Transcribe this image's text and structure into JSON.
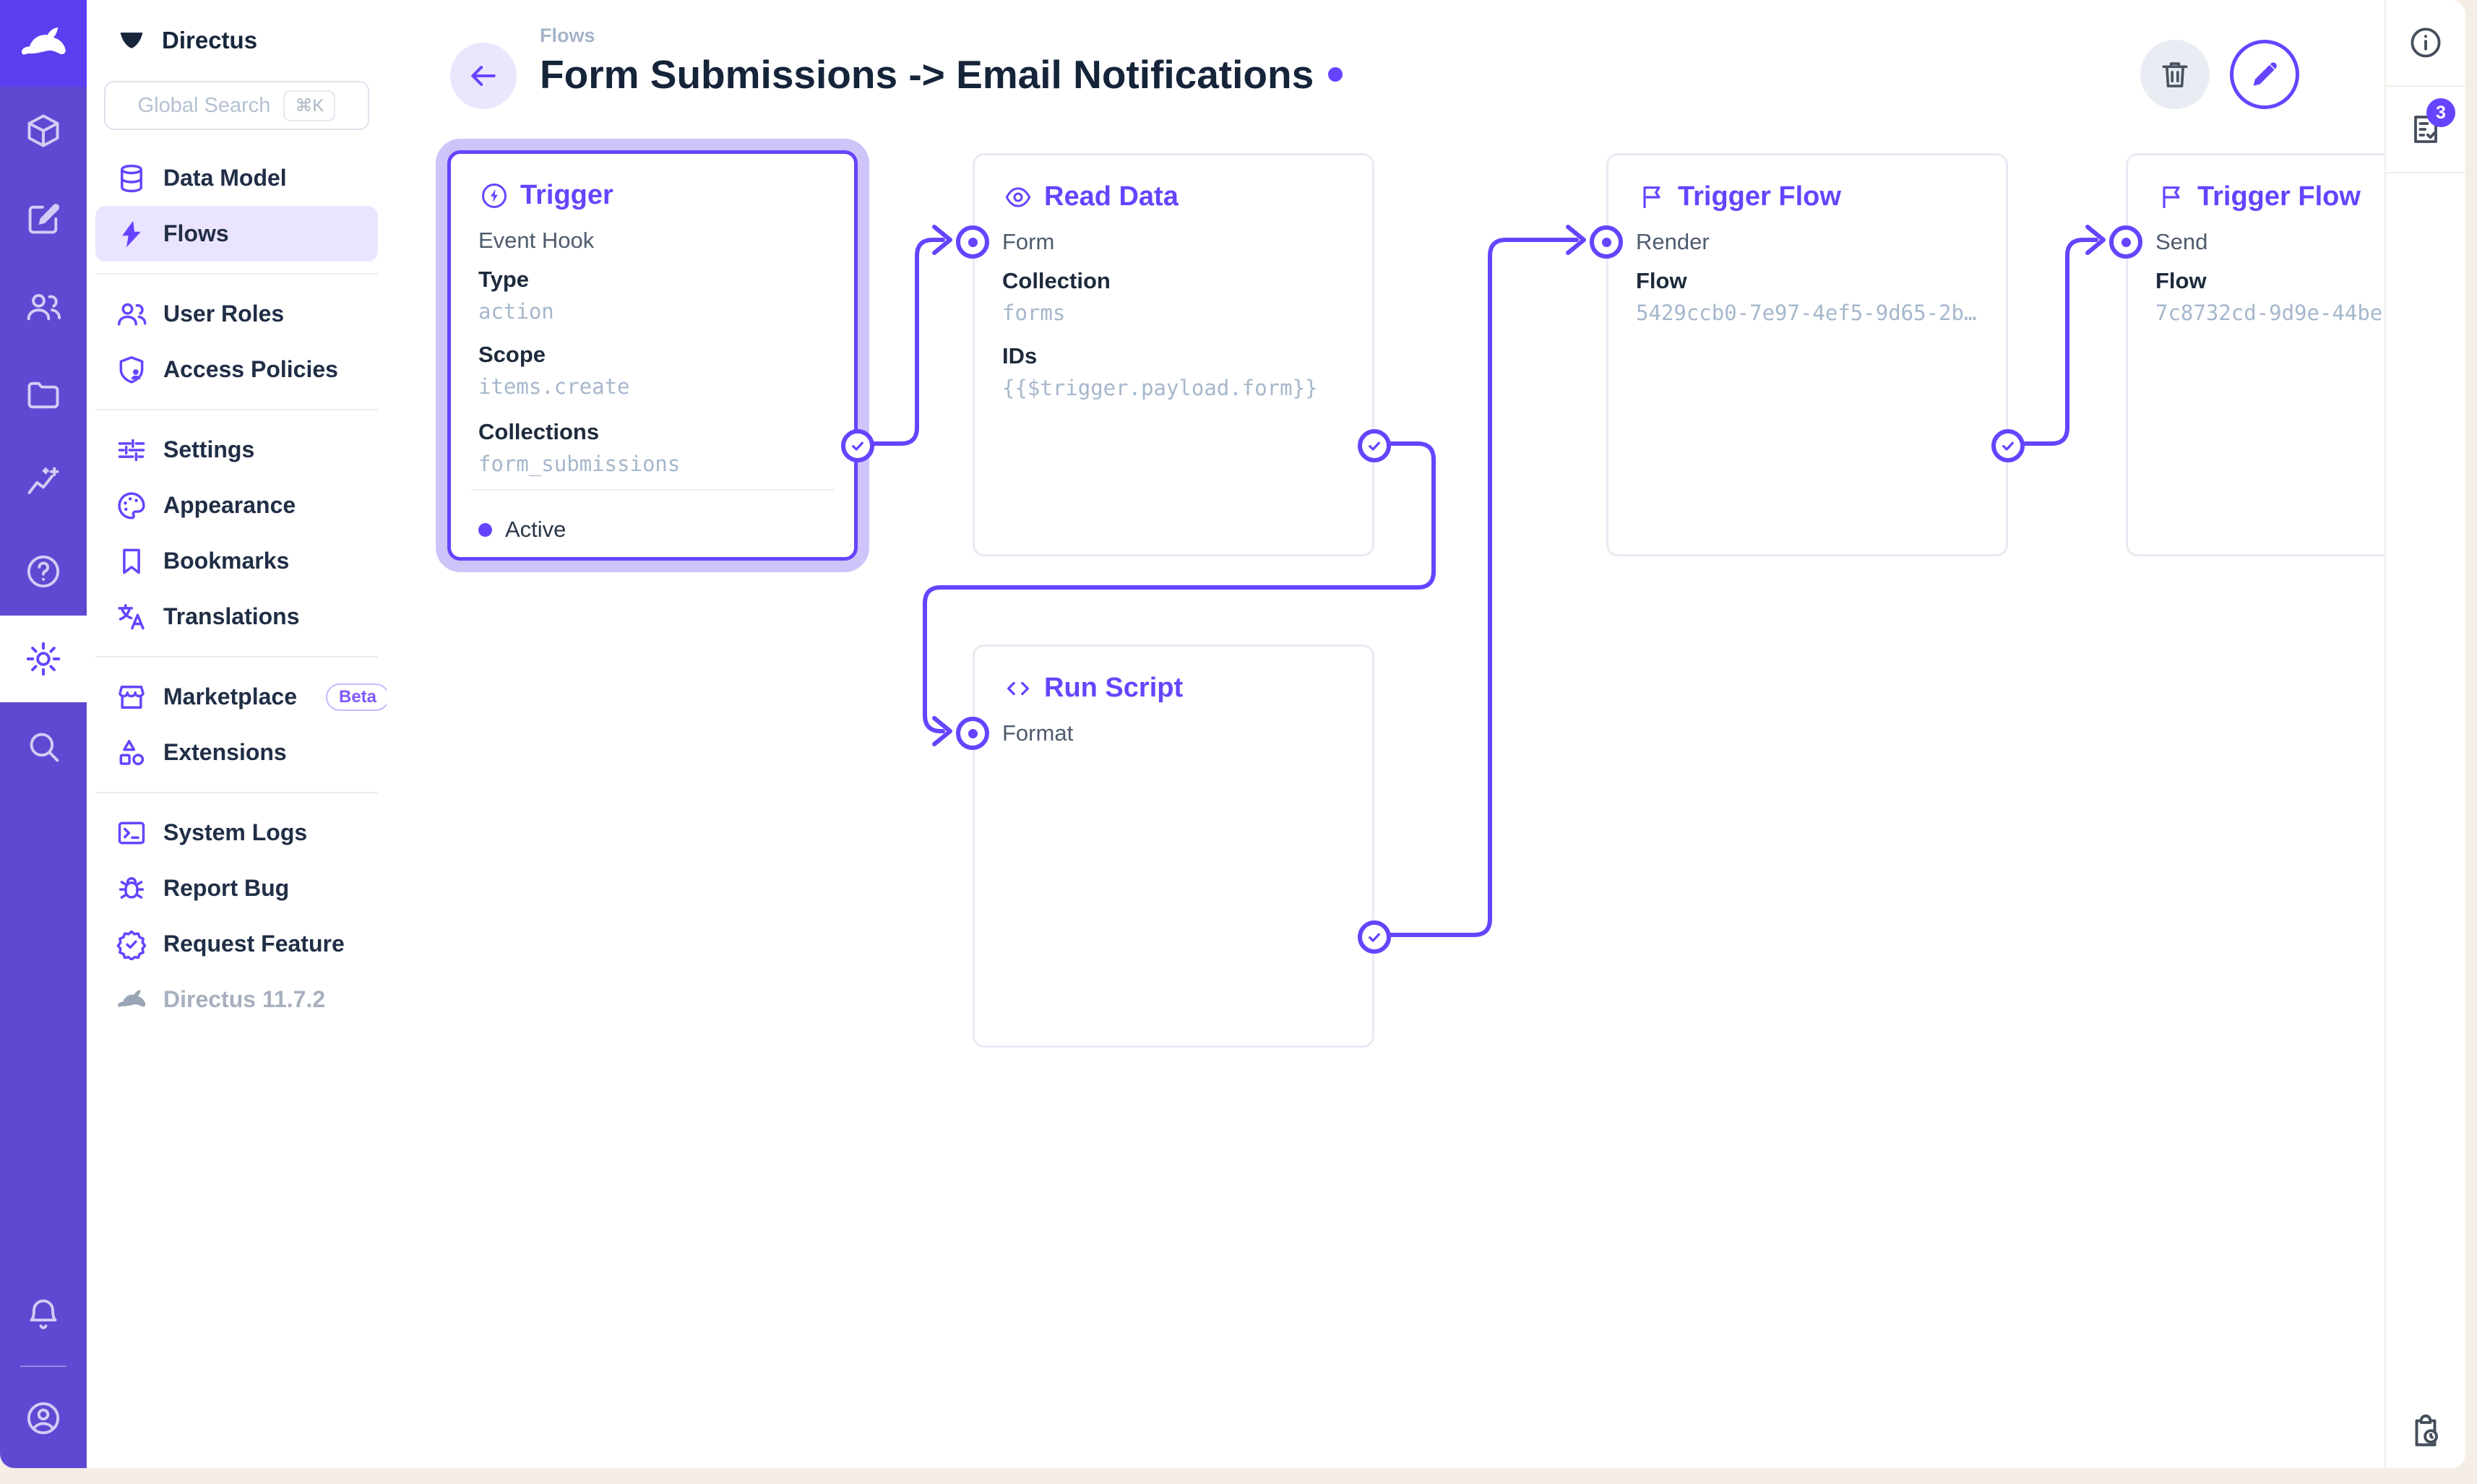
{
  "colors": {
    "accent": "#6644ff",
    "module_bar": "#5f49d2",
    "logo_tile": "#5c3ef0",
    "selection_halo": "#cfc4f9",
    "mono_value": "#a6b7cc"
  },
  "sidebar": {
    "project_name": "Directus",
    "items": [
      {
        "label": "Data Model"
      },
      {
        "label": "Flows"
      },
      {
        "label": "User Roles"
      },
      {
        "label": "Access Policies"
      },
      {
        "label": "Settings"
      },
      {
        "label": "Appearance"
      },
      {
        "label": "Bookmarks"
      },
      {
        "label": "Translations"
      },
      {
        "label": "Marketplace",
        "badge": "Beta"
      },
      {
        "label": "Extensions"
      },
      {
        "label": "System Logs"
      },
      {
        "label": "Report Bug"
      },
      {
        "label": "Request Feature"
      }
    ],
    "version": "Directus 11.7.2"
  },
  "search": {
    "placeholder": "Global Search",
    "shortcut": "⌘K"
  },
  "header": {
    "breadcrumb": "Flows",
    "title": "Form Submissions -> Email Notifications"
  },
  "rightbar": {
    "notifications_count": "3"
  },
  "canvas": {
    "panels": [
      {
        "title": "Trigger",
        "name": "Event Hook",
        "fields": [
          {
            "label": "Type",
            "value": "action"
          },
          {
            "label": "Scope",
            "value": "items.create"
          },
          {
            "label": "Collections",
            "value": "form_submissions"
          }
        ],
        "status": "Active"
      },
      {
        "title": "Read Data",
        "name": "Form",
        "fields": [
          {
            "label": "Collection",
            "value": "forms"
          },
          {
            "label": "IDs",
            "value": "{{$trigger.payload.form}}"
          }
        ]
      },
      {
        "title": "Run Script",
        "name": "Format",
        "fields": []
      },
      {
        "title": "Trigger Flow",
        "name": "Render",
        "fields": [
          {
            "label": "Flow",
            "value": "5429ccb0-7e97-4ef5-9d65-2b…"
          }
        ]
      },
      {
        "title": "Trigger Flow",
        "name": "Send",
        "fields": [
          {
            "label": "Flow",
            "value": "7c8732cd-9d9e-44be"
          }
        ]
      }
    ]
  }
}
